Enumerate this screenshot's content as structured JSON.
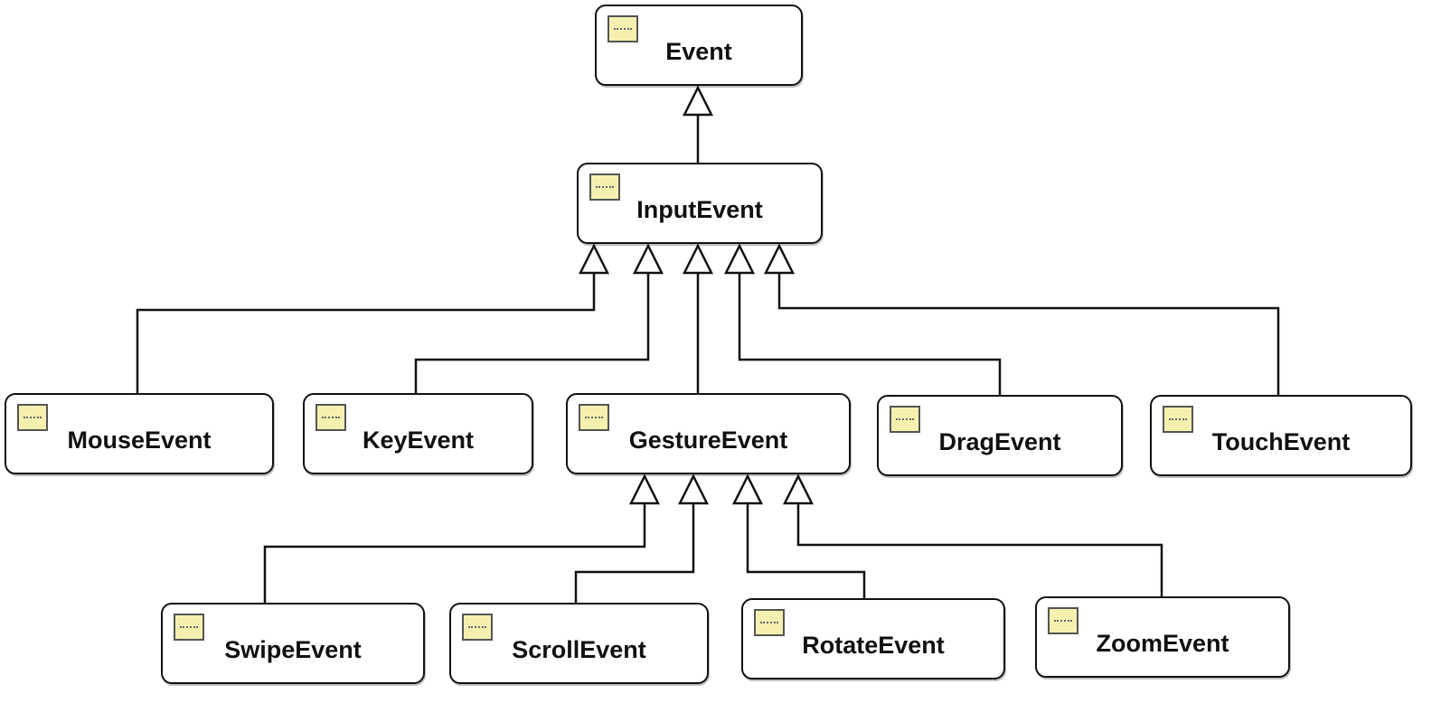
{
  "diagram": {
    "classes": [
      {
        "id": "event",
        "name": "Event"
      },
      {
        "id": "input-event",
        "name": "InputEvent"
      },
      {
        "id": "mouse-event",
        "name": "MouseEvent"
      },
      {
        "id": "key-event",
        "name": "KeyEvent"
      },
      {
        "id": "gesture-event",
        "name": "GestureEvent"
      },
      {
        "id": "drag-event",
        "name": "DragEvent"
      },
      {
        "id": "touch-event",
        "name": "TouchEvent"
      },
      {
        "id": "swipe-event",
        "name": "SwipeEvent"
      },
      {
        "id": "scroll-event",
        "name": "ScrollEvent"
      },
      {
        "id": "rotate-event",
        "name": "RotateEvent"
      },
      {
        "id": "zoom-event",
        "name": "ZoomEvent"
      }
    ],
    "inheritance": [
      {
        "child": "InputEvent",
        "parent": "Event"
      },
      {
        "child": "MouseEvent",
        "parent": "InputEvent"
      },
      {
        "child": "KeyEvent",
        "parent": "InputEvent"
      },
      {
        "child": "GestureEvent",
        "parent": "InputEvent"
      },
      {
        "child": "DragEvent",
        "parent": "InputEvent"
      },
      {
        "child": "TouchEvent",
        "parent": "InputEvent"
      },
      {
        "child": "SwipeEvent",
        "parent": "GestureEvent"
      },
      {
        "child": "ScrollEvent",
        "parent": "GestureEvent"
      },
      {
        "child": "RotateEvent",
        "parent": "GestureEvent"
      },
      {
        "child": "ZoomEvent",
        "parent": "GestureEvent"
      }
    ],
    "icon": "class-icon"
  }
}
